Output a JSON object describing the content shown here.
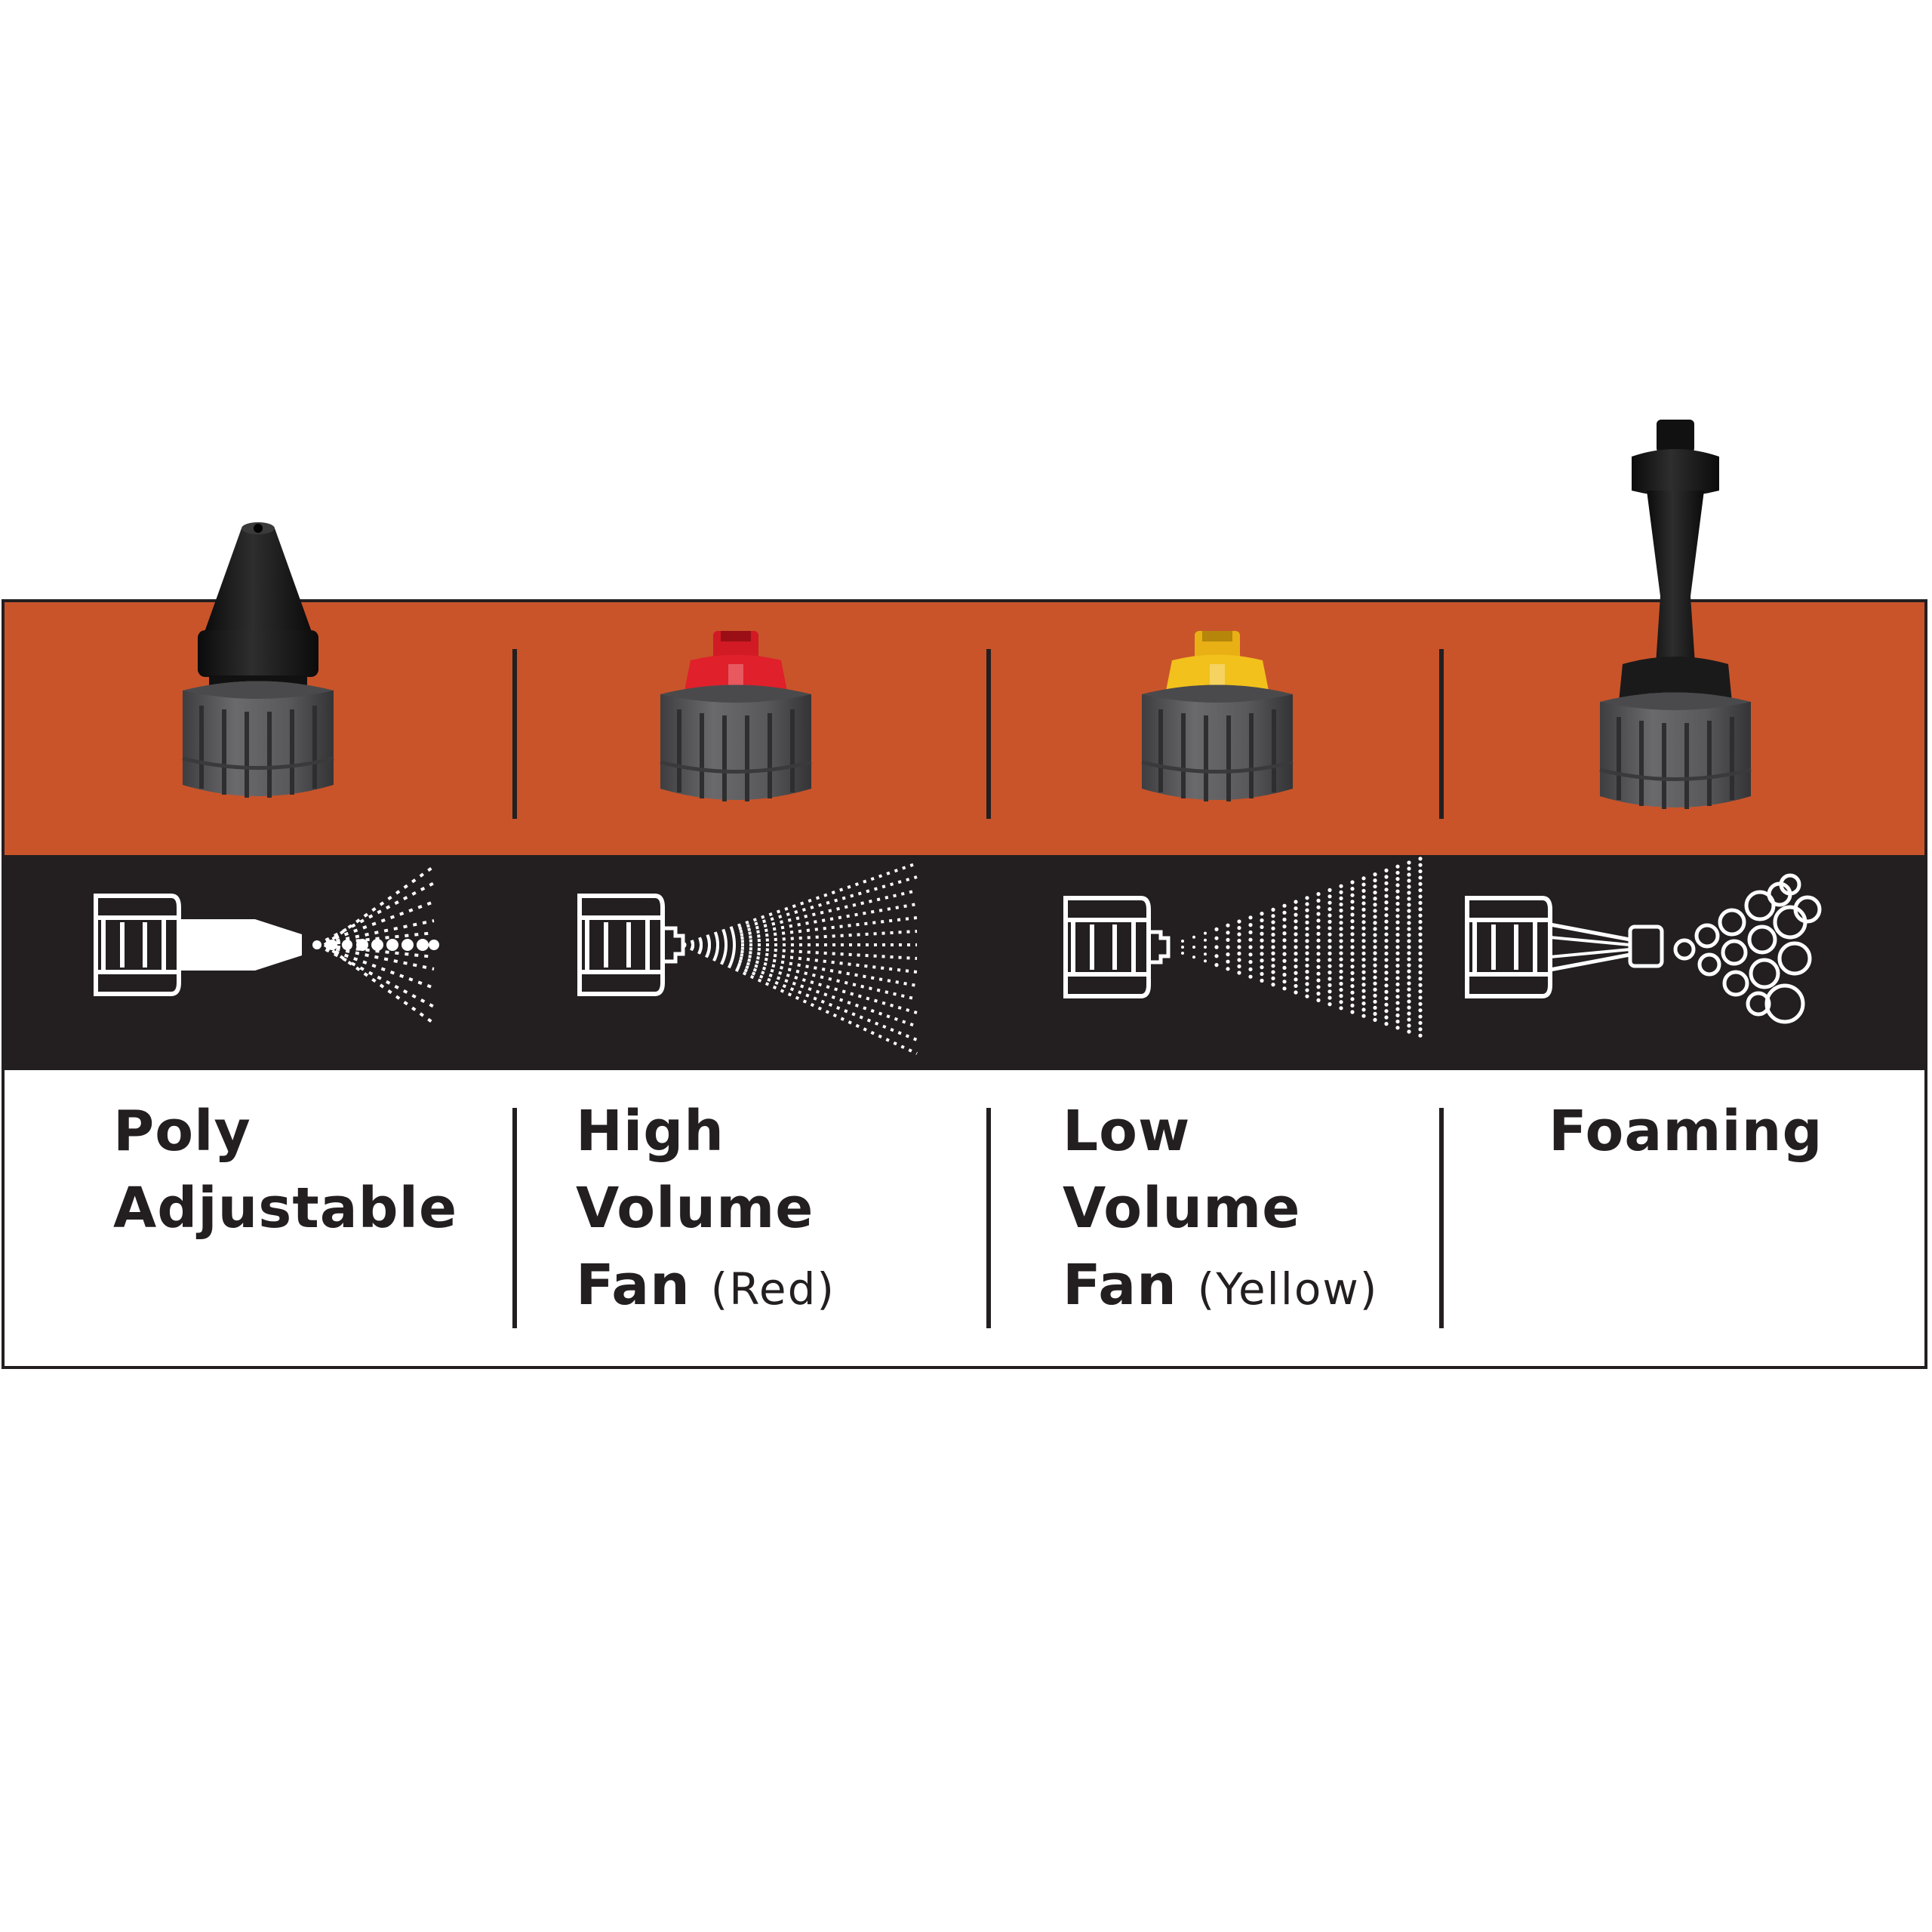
{
  "colors": {
    "band_orange": "#c9542a",
    "band_dark": "#231f20",
    "cap_gray": "#5b5b5d",
    "tip_red": "#e0202a",
    "tip_yellow": "#f2c11c",
    "nozzle_black": "#151515"
  },
  "nozzles": [
    {
      "id": "poly-adjustable",
      "product_icon": "black-cone-nozzle-icon",
      "spray_icon": "adjustable-spray-pattern-icon",
      "label_lines": [
        "Poly",
        "Adjustable"
      ],
      "note": ""
    },
    {
      "id": "high-volume-fan",
      "product_icon": "red-fan-tip-nozzle-icon",
      "spray_icon": "wide-fan-spray-pattern-icon",
      "label_lines": [
        "High",
        "Volume",
        "Fan"
      ],
      "note": "(Red)"
    },
    {
      "id": "low-volume-fan",
      "product_icon": "yellow-fan-tip-nozzle-icon",
      "spray_icon": "narrow-fan-spray-pattern-icon",
      "label_lines": [
        "Low",
        "Volume",
        "Fan"
      ],
      "note": "(Yellow)"
    },
    {
      "id": "foaming",
      "product_icon": "foaming-nozzle-icon",
      "spray_icon": "foam-bubbles-pattern-icon",
      "label_lines": [
        "Foaming"
      ],
      "note": ""
    }
  ]
}
